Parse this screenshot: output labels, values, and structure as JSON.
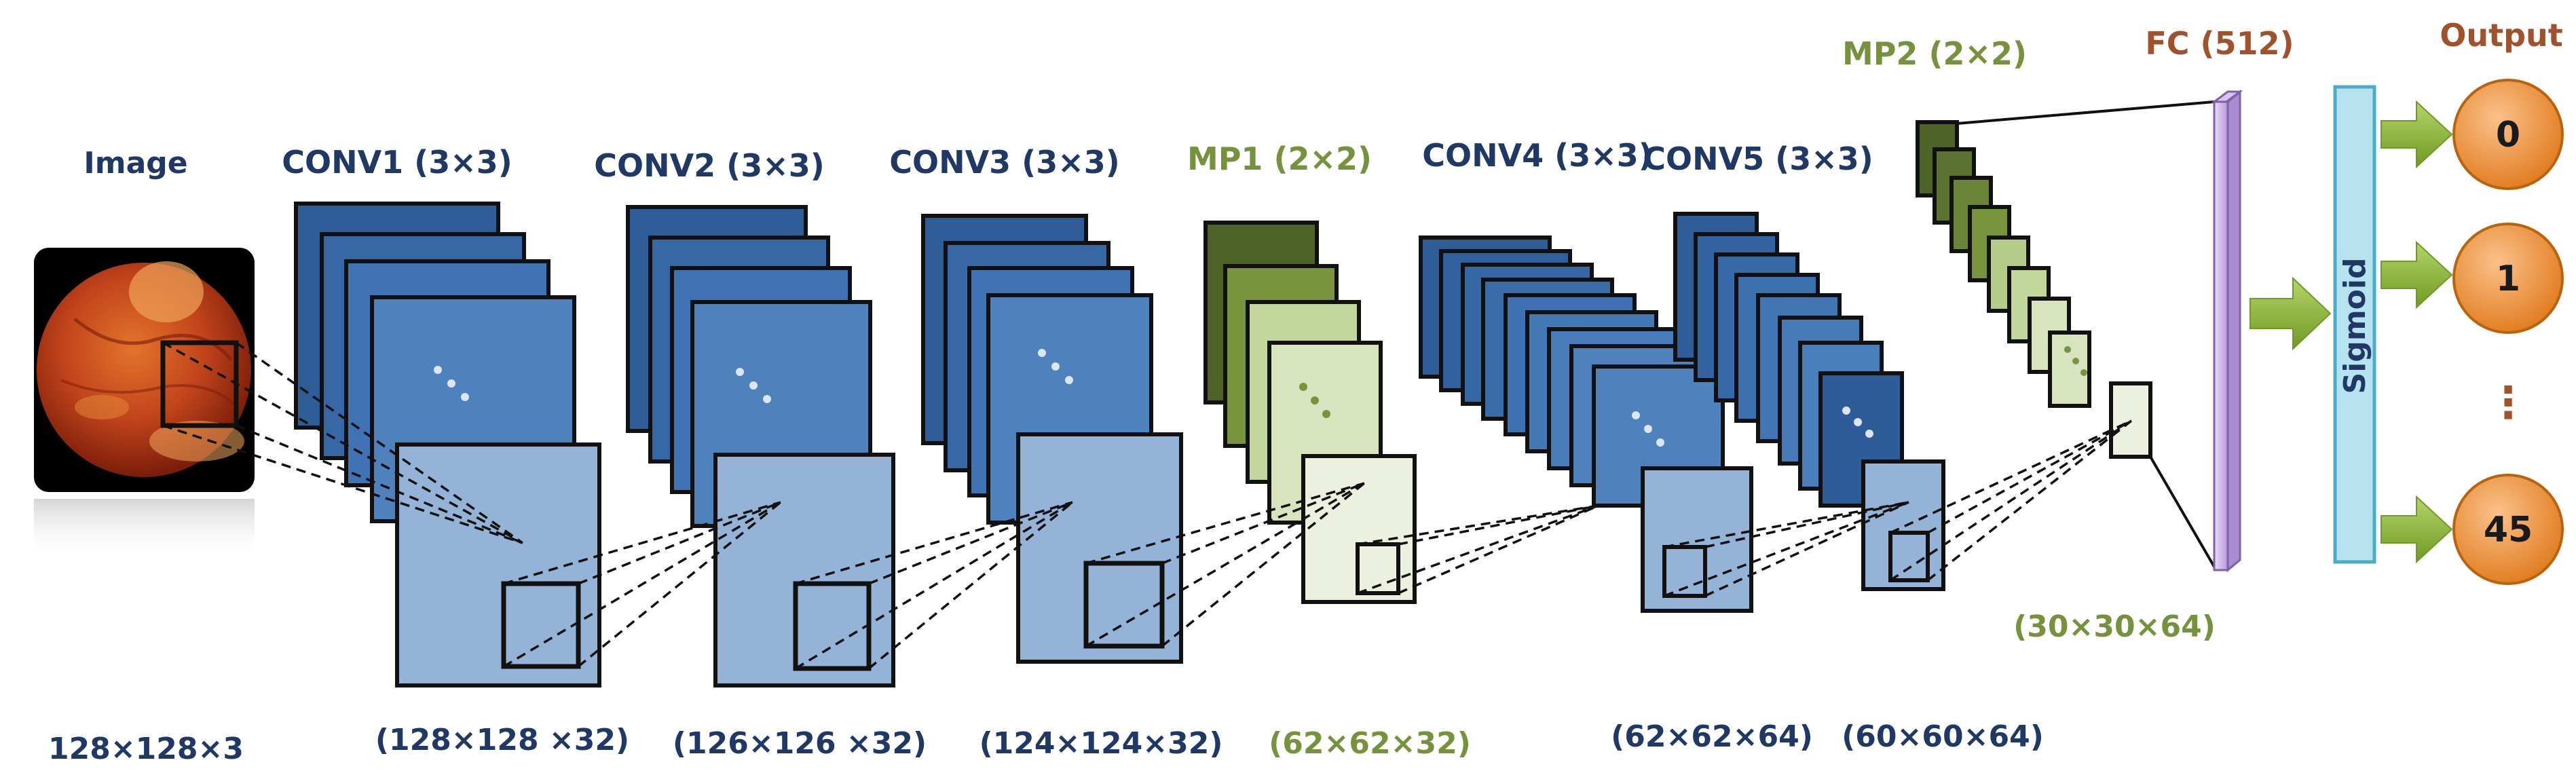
{
  "labels": {
    "image": "Image",
    "conv1": "CONV1 (3×3)",
    "conv2": "CONV2 (3×3)",
    "conv3": "CONV3 (3×3)",
    "mp1": "MP1 (2×2)",
    "conv4": "CONV4 (3×3)",
    "conv5": "CONV5 (3×3)",
    "mp2": "MP2 (2×2)",
    "fc": "FC (512)",
    "output": "Output"
  },
  "dimensions": {
    "image": "128×128×3",
    "conv1": "(128×128 ×32)",
    "conv2": "(126×126 ×32)",
    "conv3": "(124×124×32)",
    "mp1": "(62×62×32)",
    "conv4": "(62×62×64)",
    "conv5": "(60×60×64)",
    "mp2": "(30×30×64)"
  },
  "sigmoid_label": "Sigmoid",
  "outputs": {
    "first": "0",
    "second": "1",
    "ellipsis": "⋮",
    "last": "45"
  },
  "colors": {
    "conv_dark": "#2e5c99",
    "conv_light": "#95b3d7",
    "pool_dark": "#4f6228",
    "pool_light": "#d7e4bd",
    "fc": "#c9b3e6",
    "sigmoid": "#b7e3f0",
    "arrow": "#8db33a",
    "output_node": "#f79646",
    "text_dark": "#1f3864",
    "text_green": "#76923c",
    "text_brown": "#a0522d"
  }
}
